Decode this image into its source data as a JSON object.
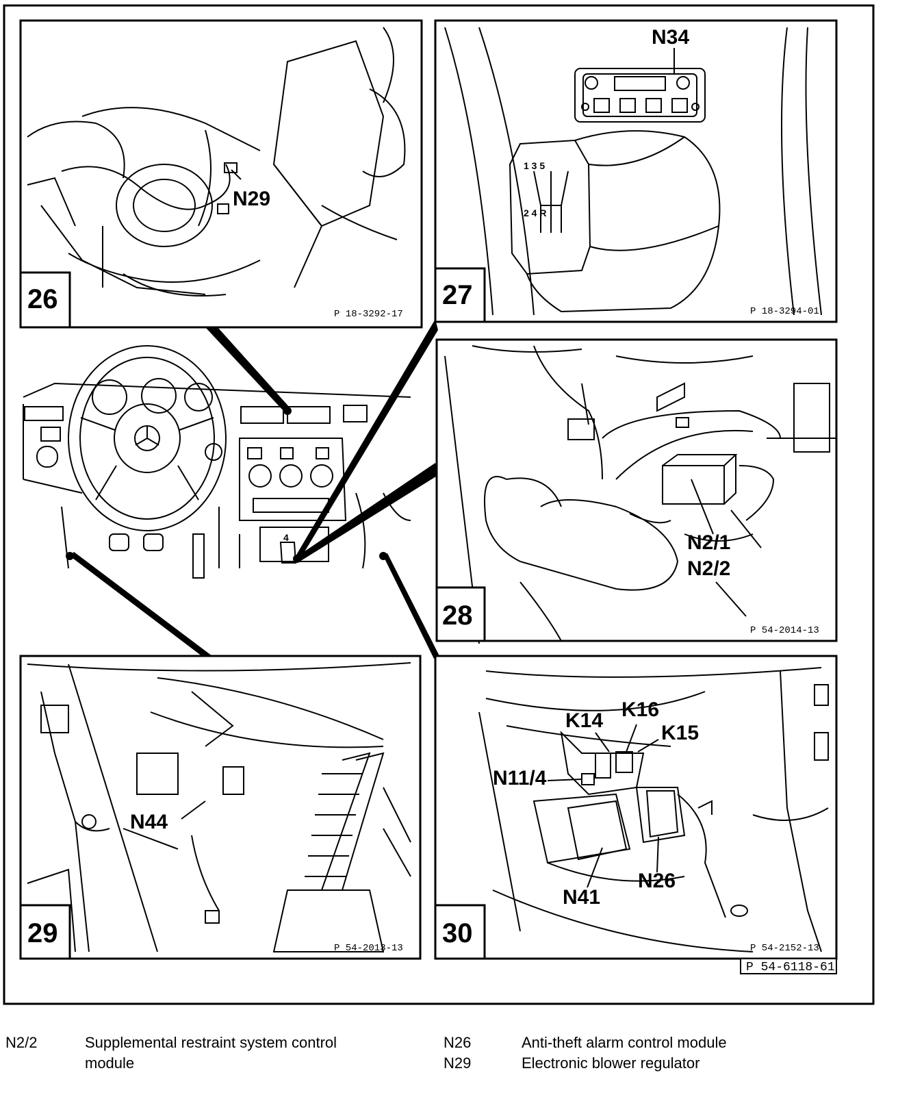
{
  "panels": [
    {
      "number": "26",
      "ref": "P 18-3292-17",
      "callouts": [
        "N29"
      ]
    },
    {
      "number": "27",
      "ref": "P 18-3294-01",
      "callouts": [
        "N34"
      ],
      "shift_pattern": [
        "1 3 5",
        "2 4 R"
      ]
    },
    {
      "number": "28",
      "ref": "P 54-2014-13",
      "callouts": [
        "N2/1",
        "N2/2"
      ]
    },
    {
      "number": "29",
      "ref": "P 54-2013-13",
      "callouts": [
        "N44"
      ]
    },
    {
      "number": "30",
      "ref": "P 54-2152-13",
      "callouts": [
        "K14",
        "K16",
        "K15",
        "N11/4",
        "N41",
        "N26"
      ]
    }
  ],
  "overview": {
    "shift_knob_label": "4"
  },
  "main_ref": "P 54-6118-61",
  "legend": [
    {
      "code": "N2/2",
      "description_line1": "Supplemental restraint system control",
      "description_line2": "module"
    },
    {
      "code": "N26",
      "description_line1": "Anti-theft alarm control module"
    },
    {
      "code": "N29",
      "description_line1": "Electronic blower regulator"
    }
  ]
}
